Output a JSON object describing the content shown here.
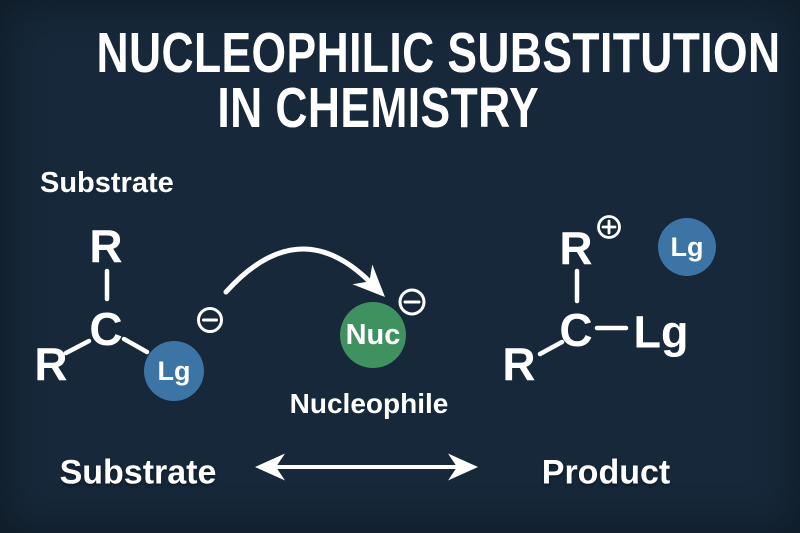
{
  "title": {
    "line1": "NUCLEOPHILIC SUBSTITUTION",
    "line2": "IN CHEMISTRY"
  },
  "substrate": {
    "label": "Substrate",
    "atoms": {
      "r_top": "R",
      "r_left": "R",
      "carbon": "C"
    },
    "leaving_group": "Lg",
    "charge": "minus"
  },
  "nucleophile": {
    "abbrev": "Nuc",
    "label": "Nucleophile",
    "charge": "minus"
  },
  "product": {
    "atoms": {
      "r_top": "R",
      "r_left": "R",
      "carbon": "C"
    },
    "bonded_leaving_group": "Lg",
    "departed_leaving_group": "Lg",
    "charge": "plus"
  },
  "footer": {
    "left_label": "Substrate",
    "right_label": "Product"
  },
  "icons": {
    "negative_charge": "minus-circle",
    "positive_charge": "plus-circle",
    "attack_arrow": "curved-arrow",
    "reaction_arrow": "double-headed-arrow"
  },
  "colors": {
    "background": "#16283a",
    "leaving_group_blue": "#3d74a6",
    "nucleophile_green": "#3f9160",
    "text": "#ffffff"
  }
}
